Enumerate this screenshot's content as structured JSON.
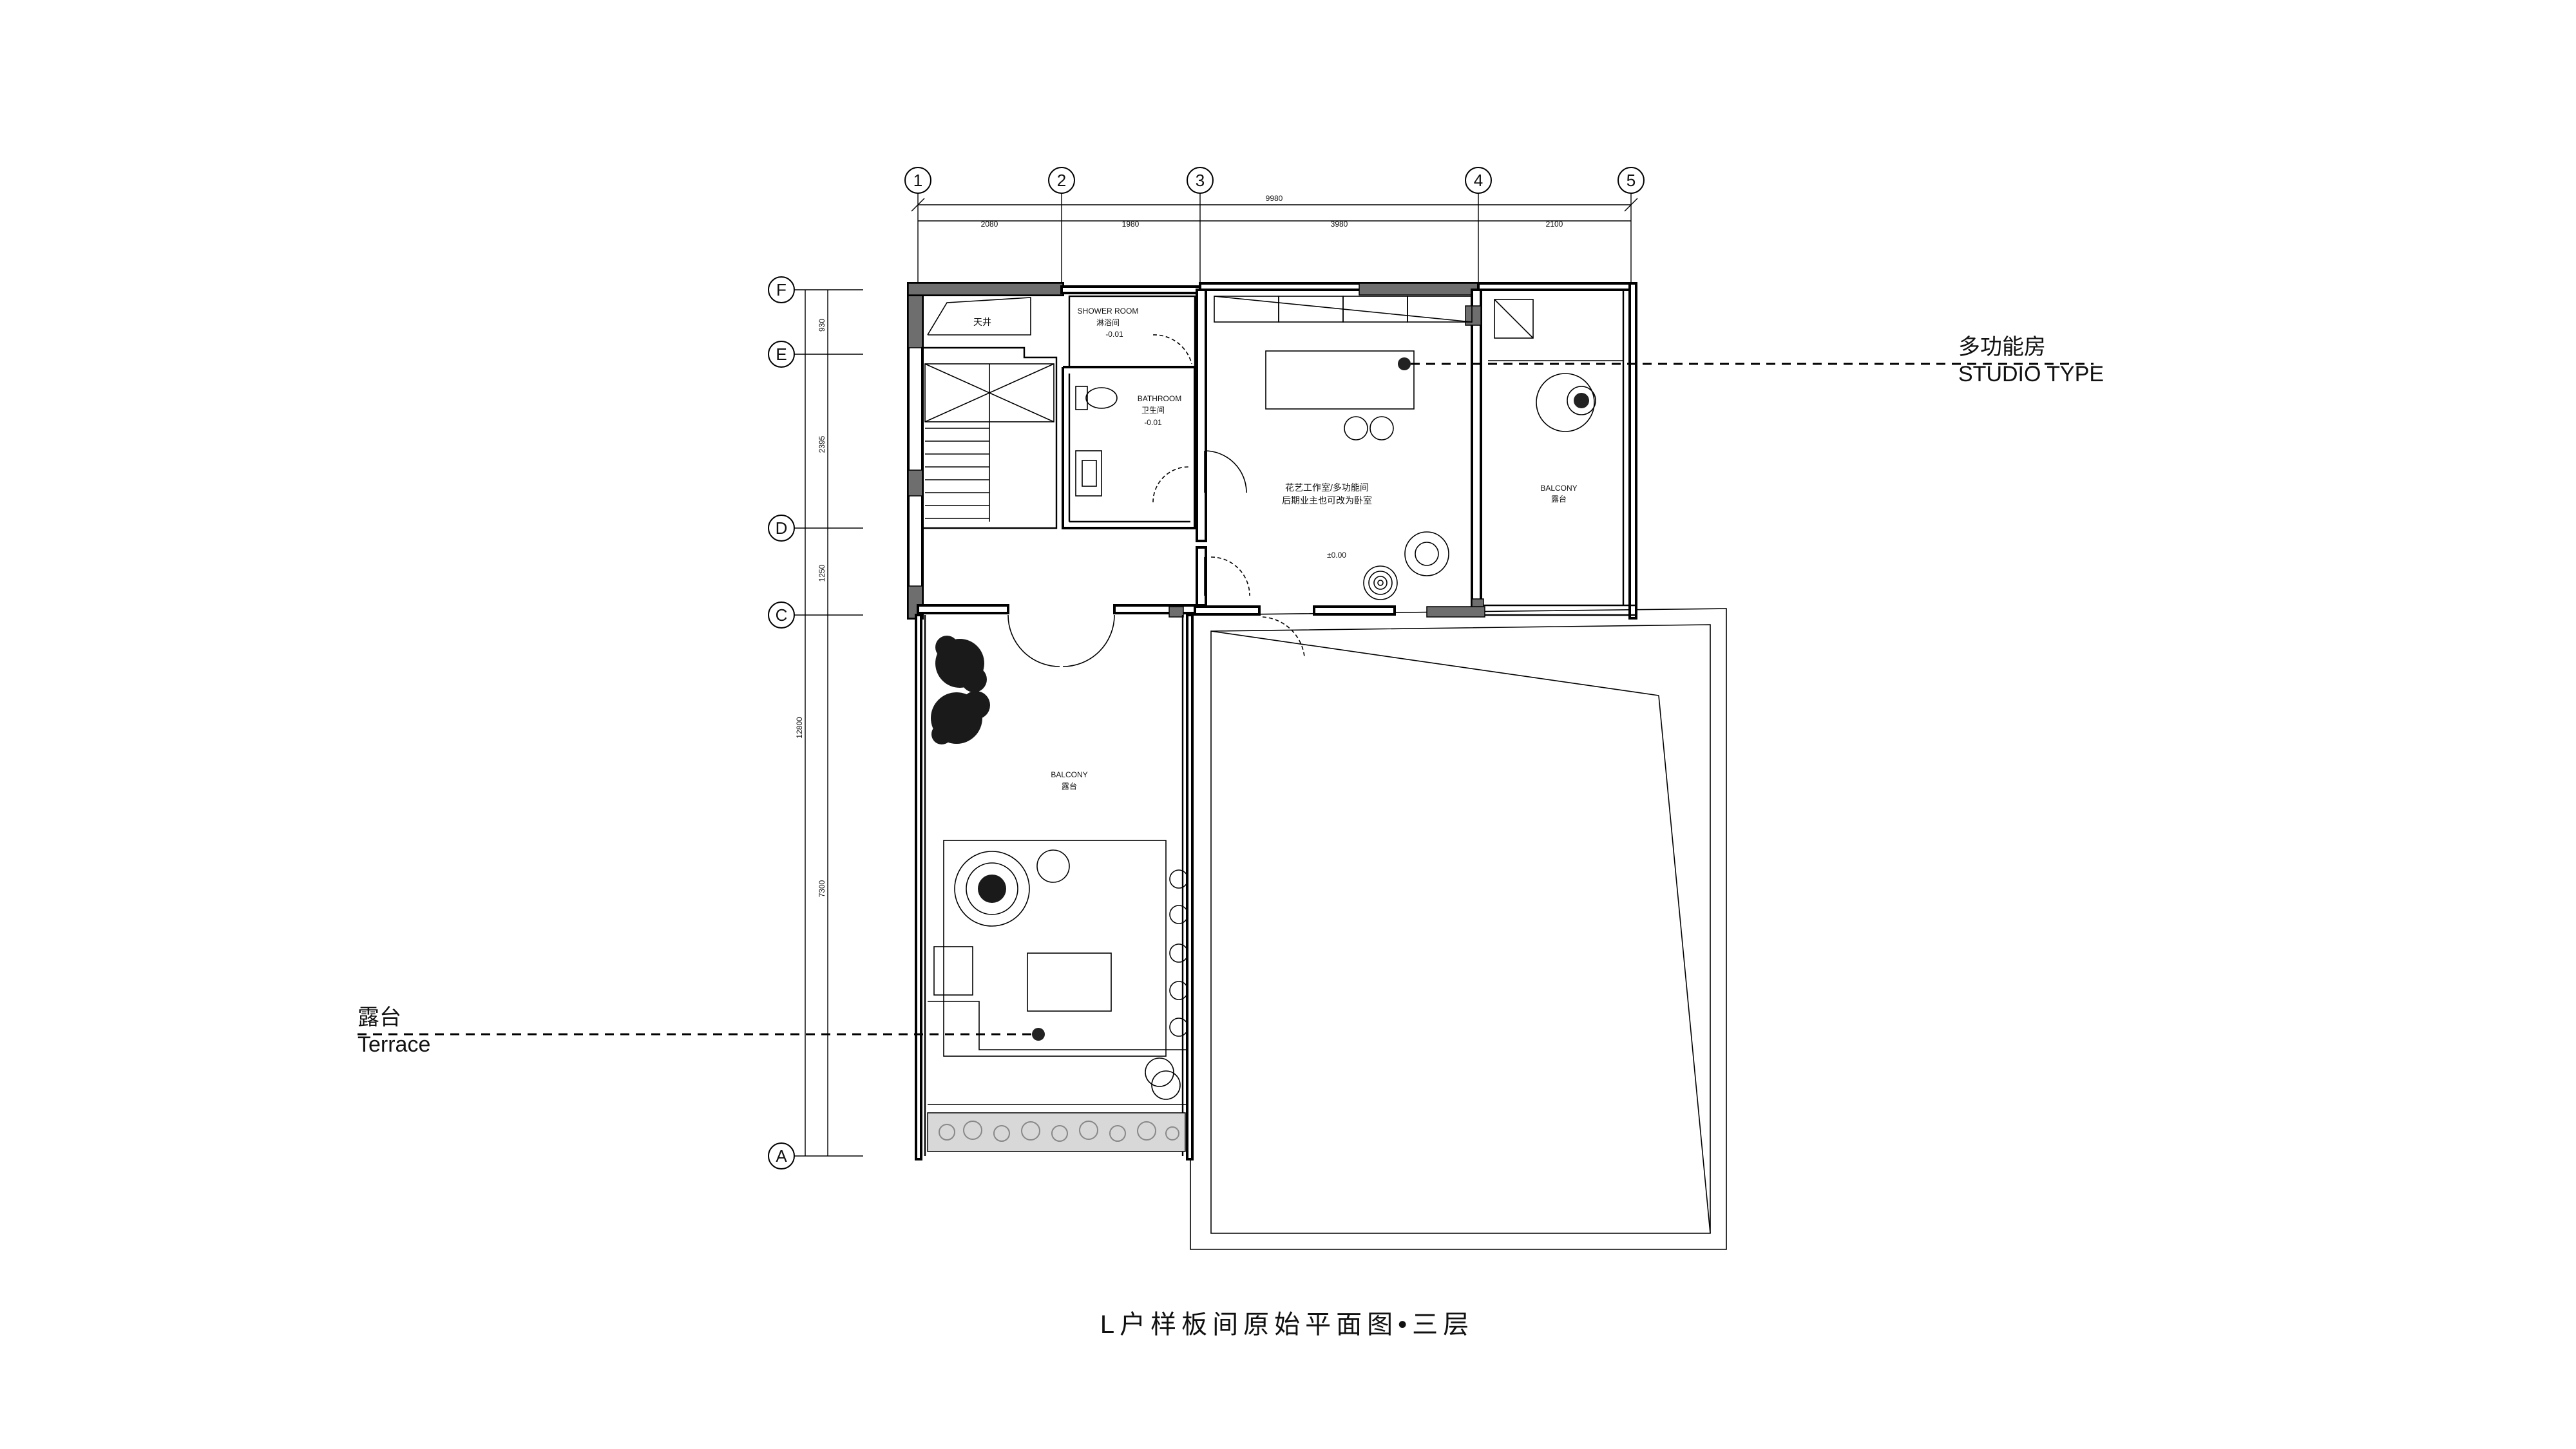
{
  "title": "L户样板间原始平面图•三层",
  "grid": {
    "columns": [
      "1",
      "2",
      "3",
      "4",
      "5"
    ],
    "rows": [
      "F",
      "E",
      "D",
      "C",
      "A"
    ]
  },
  "dimensions": {
    "top_total": "9980",
    "top_segments": [
      "2080",
      "1980",
      "3980",
      "2100"
    ],
    "left_segments": [
      "930",
      "2395",
      "1250",
      "12800",
      "7300"
    ]
  },
  "rooms": {
    "skylight": "天井",
    "shower_en": "SHOWER ROOM",
    "shower_cn": "淋浴间",
    "shower_level": "-0.01",
    "bath_en": "BATHROOM",
    "bath_cn": "卫生间",
    "bath_level": "-0.01",
    "studio_line1": "花艺工作室/多功能间",
    "studio_line2": "后期业主也可改为卧室",
    "studio_level": "±0.00",
    "balcony_right_en": "BALCONY",
    "balcony_right_cn": "露台",
    "balcony_left_en": "BALCONY",
    "balcony_left_cn": "露台"
  },
  "callouts": {
    "studio_cn": "多功能房",
    "studio_en": "STUDIO TYPE",
    "terrace_cn": "露台",
    "terrace_en": "Terrace"
  }
}
